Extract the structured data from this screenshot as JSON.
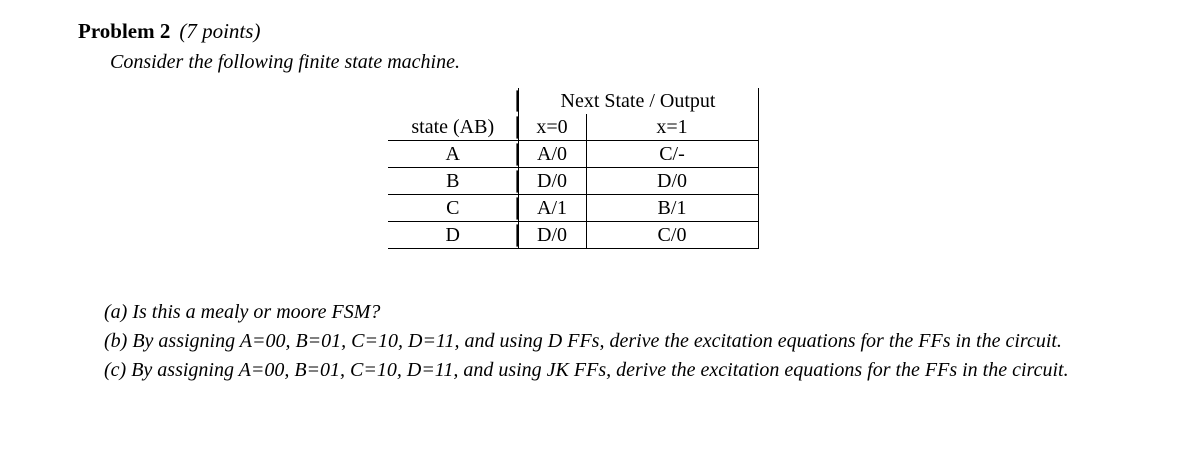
{
  "heading": {
    "title": "Problem 2",
    "points": "(7 points)"
  },
  "intro": "Consider the following finite state machine.",
  "table": {
    "span_header": "Next State / Output",
    "col_headers": [
      "state (AB)",
      "x=0",
      "x=1"
    ],
    "rows": [
      {
        "state": "A",
        "x0": "A/0",
        "x1": "C/-"
      },
      {
        "state": "B",
        "x0": "D/0",
        "x1": "D/0"
      },
      {
        "state": "C",
        "x0": "A/1",
        "x1": "B/1"
      },
      {
        "state": "D",
        "x0": "D/0",
        "x1": "C/0"
      }
    ]
  },
  "parts": [
    {
      "label": "a",
      "text": "(a) Is this a mealy or moore FSM?"
    },
    {
      "label": "b",
      "text": "(b) By assigning A=00, B=01, C=10, D=11, and using D FFs, derive the excitation equations for the FFs in the circuit."
    },
    {
      "label": "c",
      "text": "(c) By assigning A=00, B=01, C=10, D=11, and using JK FFs, derive the excitation equations for the FFs in the circuit."
    }
  ]
}
